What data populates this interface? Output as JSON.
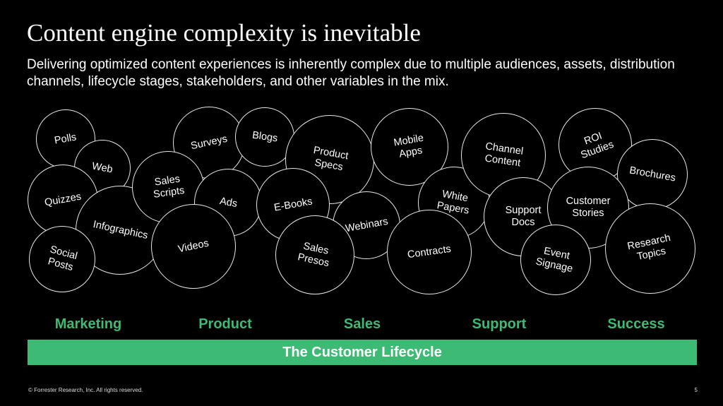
{
  "slide": {
    "title": "Content engine complexity is inevitable",
    "subtitle": "Delivering optimized content experiences is inherently complex due to multiple audiences,  assets, distribution channels, lifecycle stages, stakeholders, and other variables in the mix."
  },
  "bubbles": [
    {
      "label": "Polls"
    },
    {
      "label": "Web"
    },
    {
      "label": "Quizzes"
    },
    {
      "label": "Infographics"
    },
    {
      "label": "Social\nPosts"
    },
    {
      "label": "Surveys"
    },
    {
      "label": "Blogs"
    },
    {
      "label": "Sales\nScripts"
    },
    {
      "label": "Ads"
    },
    {
      "label": "Videos"
    },
    {
      "label": "Product\nSpecs"
    },
    {
      "label": "E-Books"
    },
    {
      "label": "Mobile\nApps"
    },
    {
      "label": "Webinars"
    },
    {
      "label": "Sales\nPresos"
    },
    {
      "label": "White\nPapers"
    },
    {
      "label": "Contracts"
    },
    {
      "label": "Channel\nContent"
    },
    {
      "label": "Support\nDocs"
    },
    {
      "label": "ROI\nStudies"
    },
    {
      "label": "Brochures"
    },
    {
      "label": "Customer\nStories"
    },
    {
      "label": "Event\nSignage"
    },
    {
      "label": "Research\nTopics"
    }
  ],
  "stages": [
    "Marketing",
    "Product",
    "Sales",
    "Support",
    "Success"
  ],
  "lifecycle": {
    "label": "The Customer Lifecycle"
  },
  "colors": {
    "accent": "#3dba74",
    "background": "#000000",
    "text": "#ffffff"
  },
  "footer": {
    "copyright": "© Forrester Research, Inc. All rights reserved.",
    "page_number": "5"
  }
}
